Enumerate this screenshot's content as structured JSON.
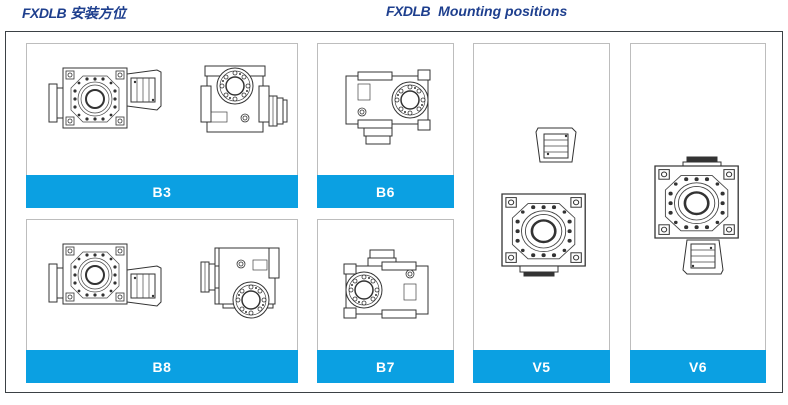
{
  "header": {
    "cn_title_prefix": "FX",
    "cn_title_brand": "DLB",
    "cn_title_text": "安装方位",
    "en_title_prefix": "FX",
    "en_title_brand": "DLB",
    "en_title_text": "Mounting positions"
  },
  "colors": {
    "title": "#1e3f8e",
    "label_bar": "#0ba0e2",
    "frame": "#3b4145"
  },
  "positions": [
    {
      "id": "B3",
      "label": "B3"
    },
    {
      "id": "B6",
      "label": "B6"
    },
    {
      "id": "V5",
      "label": "V5"
    },
    {
      "id": "V6",
      "label": "V6"
    },
    {
      "id": "B8",
      "label": "B8"
    },
    {
      "id": "B7",
      "label": "B7"
    }
  ]
}
